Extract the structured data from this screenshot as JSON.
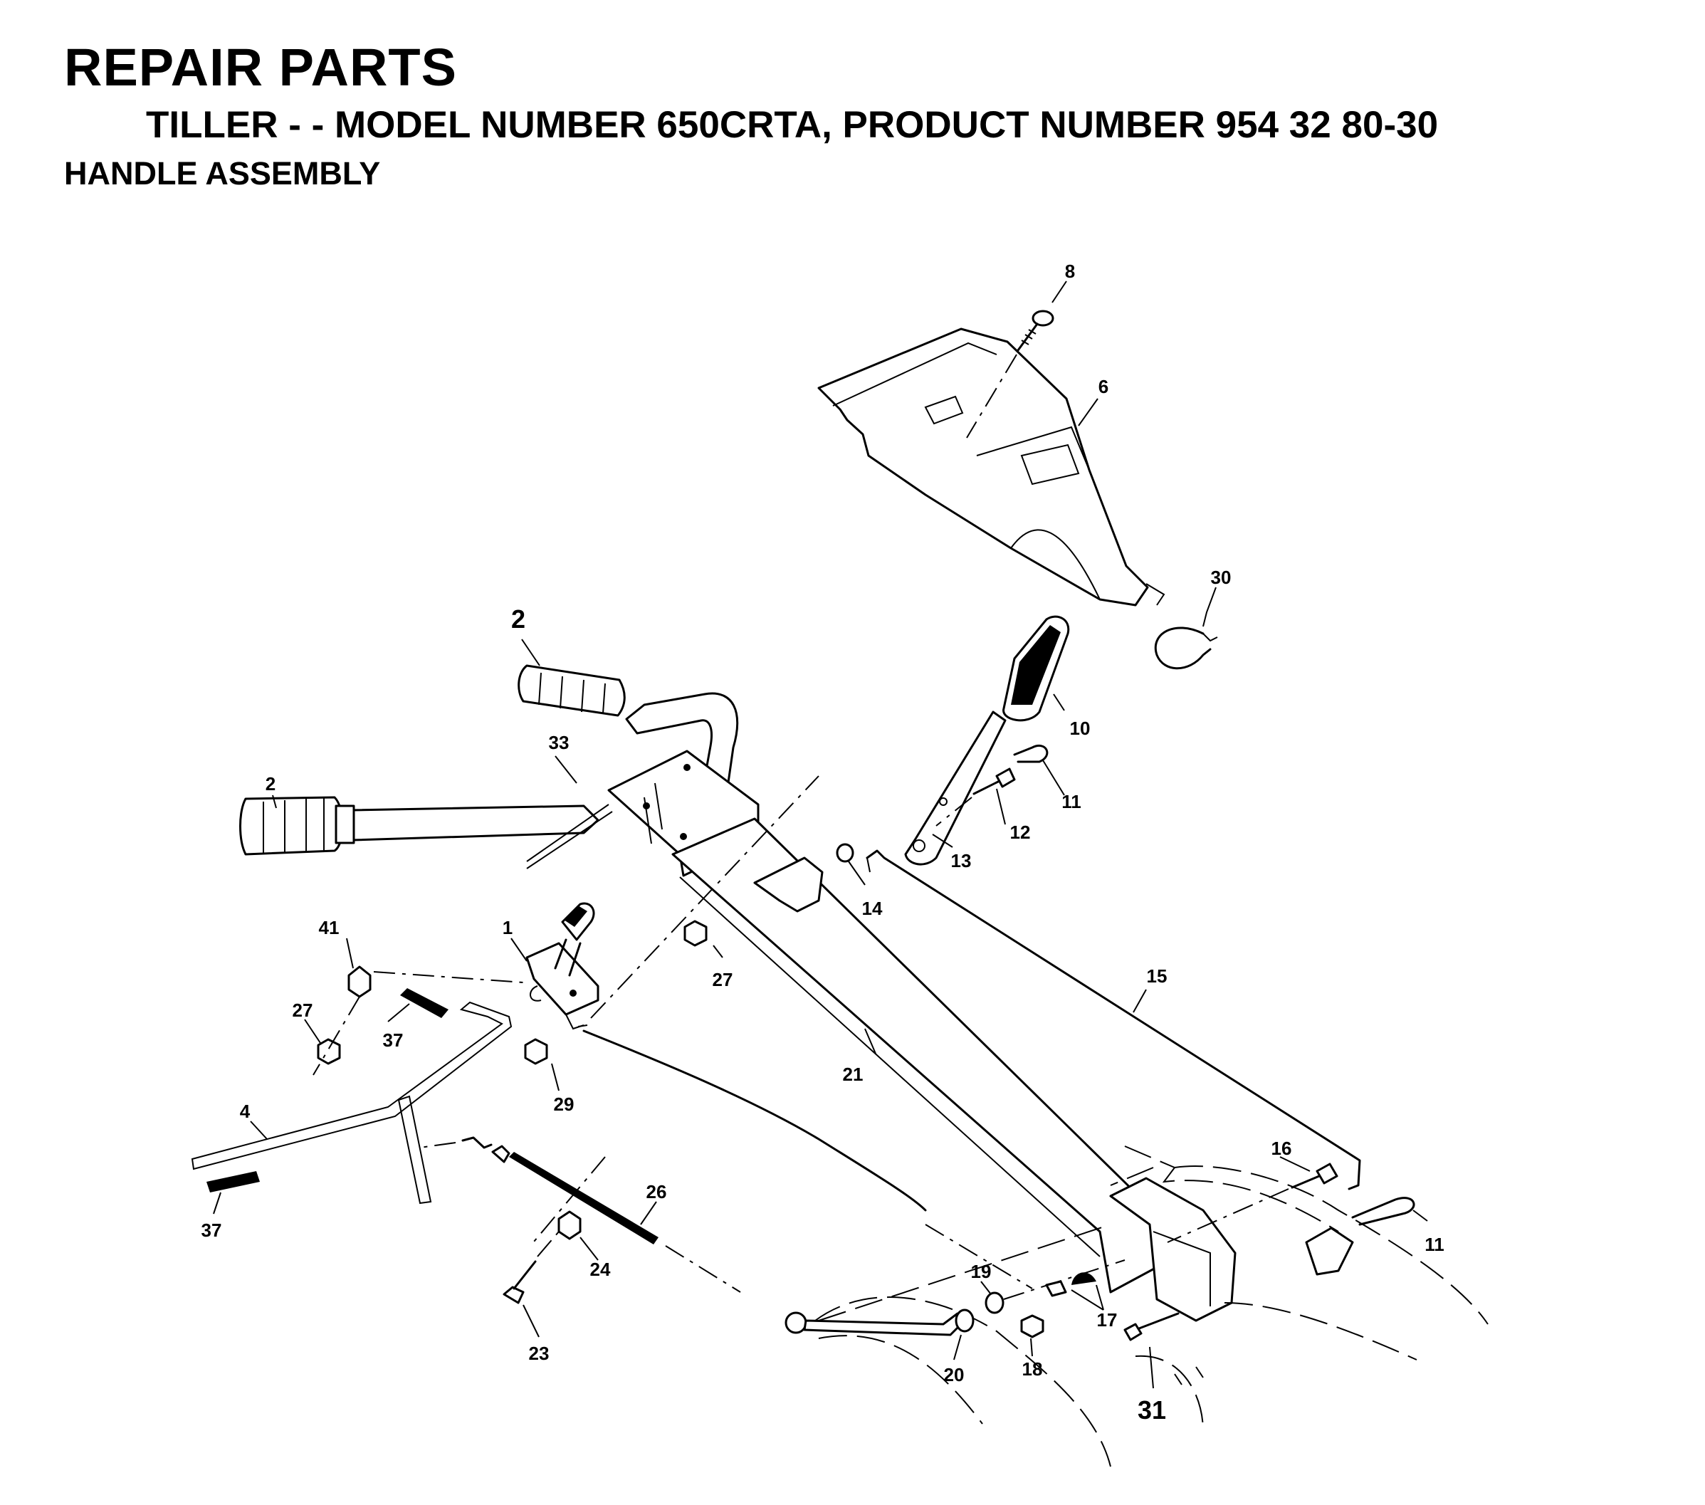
{
  "header": {
    "title": "REPAIR PARTS",
    "subtitle": "TILLER - - MODEL NUMBER 650CRTA, PRODUCT NUMBER 954 32 80-30",
    "section": "HANDLE ASSEMBLY"
  },
  "callouts": [
    "8",
    "6",
    "30",
    "2",
    "10",
    "33",
    "11",
    "2",
    "12",
    "13",
    "14",
    "1",
    "41",
    "27",
    "27",
    "15",
    "37",
    "21",
    "29",
    "4",
    "16",
    "26",
    "37",
    "11",
    "24",
    "19",
    "17",
    "18",
    "23",
    "20",
    "31"
  ]
}
